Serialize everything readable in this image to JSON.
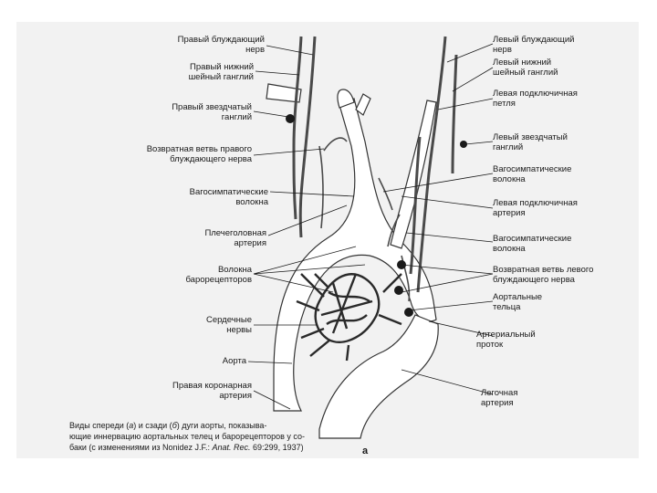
{
  "labels_left": [
    "Правый блуждающий\nнерв",
    "Правый нижний\nшейный ганглий",
    "Правый звездчатый\nганглий",
    "Возвратная ветвь правого\nблуждающего нерва",
    "Вагосимпатические\nволокна",
    "Плечеголовная\nартерия",
    "Волокна\nбарорецепторов",
    "Сердечные\nнервы",
    "Аорта",
    "Правая коронарная\nартерия"
  ],
  "labels_right": [
    "Левый блуждающий\nнерв",
    "Левый нижний\nшейный ганглий",
    "Левая подключичная\nпетля",
    "Левый звездчатый\nганглий",
    "Вагосимпатические\nволокна",
    "Левая подключичная\nартерия",
    "Вагосимпатические\nволокна",
    "Возвратная ветвь левого\nблуждающего нерва",
    "Аортальные\nтельца",
    "Артериальный\nпроток",
    "Легочная\nартерия"
  ],
  "caption": {
    "line1_pre": "Виды спереди (",
    "a": "а",
    "line1_mid": ") и сзади (",
    "b": "б",
    "line1_post": ") дуги аорты, показыва-",
    "line2": "ющие иннервацию аортальных телец и барорецепторов у со-",
    "line3_pre": "баки (с изменениями из Nonidez J.F.: ",
    "journal": "Anat. Rec.",
    "line3_post": " 69:299, 1937)"
  },
  "panel_letter": "а",
  "colors": {
    "background": "#f2f2f2",
    "vessel": "#ffffff",
    "nerve": "#555555",
    "outline": "#333333"
  }
}
